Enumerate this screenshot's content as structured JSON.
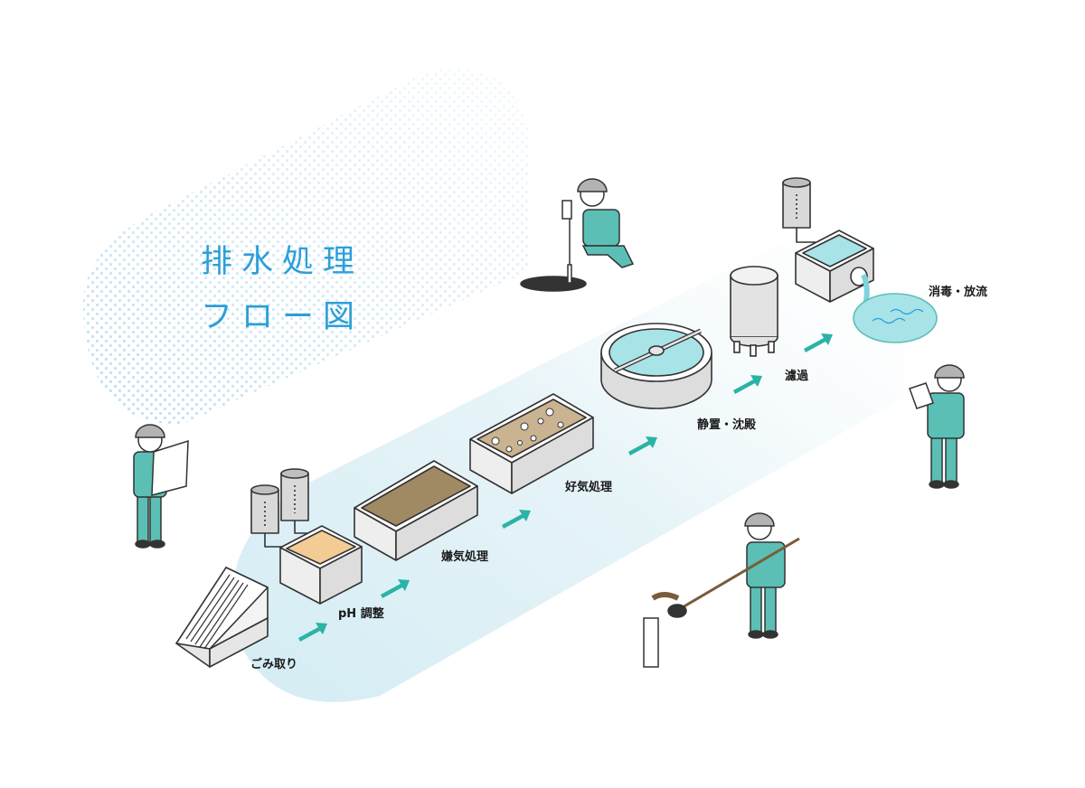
{
  "title": {
    "line1": "排水処理",
    "line2": "フロー図"
  },
  "steps": [
    {
      "id": "screen",
      "label": "ごみ取り"
    },
    {
      "id": "ph",
      "label": "pH 調整"
    },
    {
      "id": "anaerobic",
      "label": "嫌気処理"
    },
    {
      "id": "aerobic",
      "label": "好気処理"
    },
    {
      "id": "settling",
      "label": "静置・沈殿"
    },
    {
      "id": "filtration",
      "label": "濾過"
    },
    {
      "id": "discharge",
      "label": "消毒・放流"
    }
  ],
  "colors": {
    "accent": "#2c9fd8",
    "arrow": "#2ab3a6",
    "worker": "#5bbfb5",
    "water": "#a8e3e8",
    "sludge": "#a08a63",
    "sand": "#f2cc94",
    "outline": "#333333"
  }
}
